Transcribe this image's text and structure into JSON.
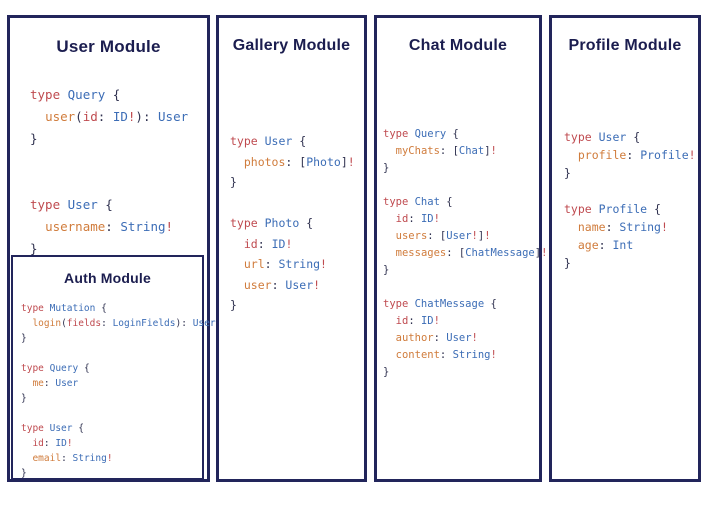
{
  "colors": {
    "r": "#bf4a4f",
    "b": "#3c6db6",
    "o": "#d07c3c",
    "d": "#303250",
    "border": "#22255b",
    "title": "#1b1d4f",
    "bg": "#ffffff"
  },
  "panels": {
    "user": {
      "title": "User Module",
      "code": [
        [
          [
            "type ",
            "r"
          ],
          [
            "Query ",
            "b"
          ],
          [
            "{",
            "d"
          ]
        ],
        [
          [
            "  ",
            "d"
          ],
          [
            "user",
            "o"
          ],
          [
            "(",
            "d"
          ],
          [
            "id",
            "r"
          ],
          [
            ": ",
            "d"
          ],
          [
            "ID",
            "b"
          ],
          [
            "!",
            "r"
          ],
          [
            ")",
            "d"
          ],
          [
            ": ",
            "d"
          ],
          [
            "User",
            "b"
          ]
        ],
        [
          [
            "}",
            "d"
          ]
        ],
        [],
        [],
        [
          [
            "type ",
            "r"
          ],
          [
            "User ",
            "b"
          ],
          [
            "{",
            "d"
          ]
        ],
        [
          [
            "  ",
            "d"
          ],
          [
            "username",
            "o"
          ],
          [
            ": ",
            "d"
          ],
          [
            "String",
            "b"
          ],
          [
            "!",
            "r"
          ]
        ],
        [
          [
            "}",
            "d"
          ]
        ]
      ],
      "auth": {
        "title": "Auth Module",
        "code": [
          [
            [
              "type ",
              "r"
            ],
            [
              "Mutation ",
              "b"
            ],
            [
              "{",
              "d"
            ]
          ],
          [
            [
              "  ",
              "d"
            ],
            [
              "login",
              "o"
            ],
            [
              "(",
              "d"
            ],
            [
              "fields",
              "r"
            ],
            [
              ": ",
              "d"
            ],
            [
              "LoginFields",
              "b"
            ],
            [
              ")",
              "d"
            ],
            [
              ": ",
              "d"
            ],
            [
              "User",
              "b"
            ]
          ],
          [
            [
              "}",
              "d"
            ]
          ],
          [],
          [
            [
              "type ",
              "r"
            ],
            [
              "Query ",
              "b"
            ],
            [
              "{",
              "d"
            ]
          ],
          [
            [
              "  ",
              "d"
            ],
            [
              "me",
              "o"
            ],
            [
              ": ",
              "d"
            ],
            [
              "User",
              "b"
            ]
          ],
          [
            [
              "}",
              "d"
            ]
          ],
          [],
          [
            [
              "type ",
              "r"
            ],
            [
              "User ",
              "b"
            ],
            [
              "{",
              "d"
            ]
          ],
          [
            [
              "  ",
              "d"
            ],
            [
              "id",
              "r"
            ],
            [
              ": ",
              "d"
            ],
            [
              "ID",
              "b"
            ],
            [
              "!",
              "r"
            ]
          ],
          [
            [
              "  ",
              "d"
            ],
            [
              "email",
              "o"
            ],
            [
              ": ",
              "d"
            ],
            [
              "String",
              "b"
            ],
            [
              "!",
              "r"
            ]
          ],
          [
            [
              "}",
              "d"
            ]
          ]
        ]
      }
    },
    "gallery": {
      "title": "Gallery Module",
      "code": [
        [
          [
            "type ",
            "r"
          ],
          [
            "User ",
            "b"
          ],
          [
            "{",
            "d"
          ]
        ],
        [
          [
            "  ",
            "d"
          ],
          [
            "photos",
            "o"
          ],
          [
            ": ",
            "d"
          ],
          [
            "[",
            "d"
          ],
          [
            "Photo",
            "b"
          ],
          [
            "]",
            "d"
          ],
          [
            "!",
            "r"
          ]
        ],
        [
          [
            "}",
            "d"
          ]
        ],
        [],
        [
          [
            "type ",
            "r"
          ],
          [
            "Photo ",
            "b"
          ],
          [
            "{",
            "d"
          ]
        ],
        [
          [
            "  ",
            "d"
          ],
          [
            "id",
            "r"
          ],
          [
            ": ",
            "d"
          ],
          [
            "ID",
            "b"
          ],
          [
            "!",
            "r"
          ]
        ],
        [
          [
            "  ",
            "d"
          ],
          [
            "url",
            "o"
          ],
          [
            ": ",
            "d"
          ],
          [
            "String",
            "b"
          ],
          [
            "!",
            "r"
          ]
        ],
        [
          [
            "  ",
            "d"
          ],
          [
            "user",
            "o"
          ],
          [
            ": ",
            "d"
          ],
          [
            "User",
            "b"
          ],
          [
            "!",
            "r"
          ]
        ],
        [
          [
            "}",
            "d"
          ]
        ]
      ]
    },
    "chat": {
      "title": "Chat Module",
      "code": [
        [
          [
            "type ",
            "r"
          ],
          [
            "Query ",
            "b"
          ],
          [
            "{",
            "d"
          ]
        ],
        [
          [
            "  ",
            "d"
          ],
          [
            "myChats",
            "o"
          ],
          [
            ": ",
            "d"
          ],
          [
            "[",
            "d"
          ],
          [
            "Chat",
            "b"
          ],
          [
            "]",
            "d"
          ],
          [
            "!",
            "r"
          ]
        ],
        [
          [
            "}",
            "d"
          ]
        ],
        [],
        [
          [
            "type ",
            "r"
          ],
          [
            "Chat ",
            "b"
          ],
          [
            "{",
            "d"
          ]
        ],
        [
          [
            "  ",
            "d"
          ],
          [
            "id",
            "r"
          ],
          [
            ": ",
            "d"
          ],
          [
            "ID",
            "b"
          ],
          [
            "!",
            "r"
          ]
        ],
        [
          [
            "  ",
            "d"
          ],
          [
            "users",
            "o"
          ],
          [
            ": ",
            "d"
          ],
          [
            "[",
            "d"
          ],
          [
            "User",
            "b"
          ],
          [
            "!",
            "r"
          ],
          [
            "]",
            "d"
          ],
          [
            "!",
            "r"
          ]
        ],
        [
          [
            "  ",
            "d"
          ],
          [
            "messages",
            "o"
          ],
          [
            ": ",
            "d"
          ],
          [
            "[",
            "d"
          ],
          [
            "ChatMessage",
            "b"
          ],
          [
            "]",
            "d"
          ],
          [
            "!",
            "r"
          ]
        ],
        [
          [
            "}",
            "d"
          ]
        ],
        [],
        [
          [
            "type ",
            "r"
          ],
          [
            "ChatMessage ",
            "b"
          ],
          [
            "{",
            "d"
          ]
        ],
        [
          [
            "  ",
            "d"
          ],
          [
            "id",
            "r"
          ],
          [
            ": ",
            "d"
          ],
          [
            "ID",
            "b"
          ],
          [
            "!",
            "r"
          ]
        ],
        [
          [
            "  ",
            "d"
          ],
          [
            "author",
            "o"
          ],
          [
            ": ",
            "d"
          ],
          [
            "User",
            "b"
          ],
          [
            "!",
            "r"
          ]
        ],
        [
          [
            "  ",
            "d"
          ],
          [
            "content",
            "o"
          ],
          [
            ": ",
            "d"
          ],
          [
            "String",
            "b"
          ],
          [
            "!",
            "r"
          ]
        ],
        [
          [
            "}",
            "d"
          ]
        ]
      ]
    },
    "profile": {
      "title": "Profile Module",
      "code": [
        [
          [
            "type ",
            "r"
          ],
          [
            "User ",
            "b"
          ],
          [
            "{",
            "d"
          ]
        ],
        [
          [
            "  ",
            "d"
          ],
          [
            "profile",
            "o"
          ],
          [
            ": ",
            "d"
          ],
          [
            "Profile",
            "b"
          ],
          [
            "!",
            "r"
          ]
        ],
        [
          [
            "}",
            "d"
          ]
        ],
        [],
        [
          [
            "type ",
            "r"
          ],
          [
            "Profile ",
            "b"
          ],
          [
            "{",
            "d"
          ]
        ],
        [
          [
            "  ",
            "d"
          ],
          [
            "name",
            "o"
          ],
          [
            ": ",
            "d"
          ],
          [
            "String",
            "b"
          ],
          [
            "!",
            "r"
          ]
        ],
        [
          [
            "  ",
            "d"
          ],
          [
            "age",
            "o"
          ],
          [
            ": ",
            "d"
          ],
          [
            "Int",
            "b"
          ]
        ],
        [
          [
            "}",
            "d"
          ]
        ]
      ]
    }
  }
}
